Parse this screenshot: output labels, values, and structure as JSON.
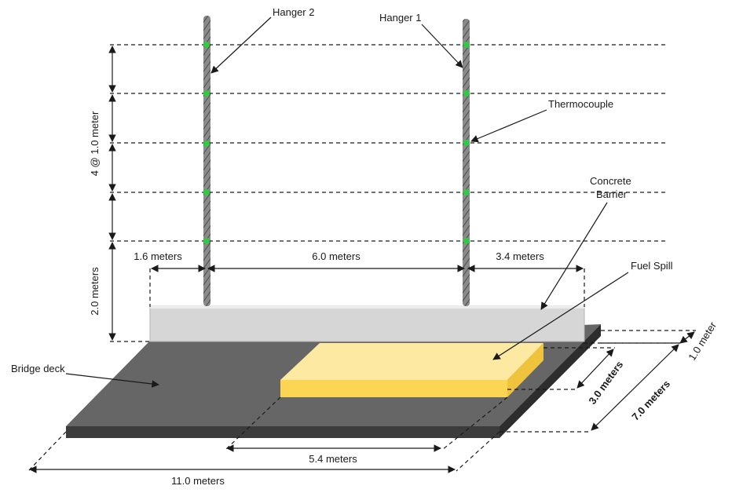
{
  "labels": {
    "hanger1": "Hanger 1",
    "hanger2": "Hanger 2",
    "thermocouple": "Thermocouple",
    "concrete_line1": "Concrete",
    "concrete_line2": "Barrier",
    "fuel_spill": "Fuel Spill",
    "bridge_deck": "Bridge deck"
  },
  "dimensions": {
    "vertical_spacing": "4 @ 1.0 meter",
    "barrier_height": "2.0 meters",
    "left_offset": "1.6 meters",
    "hanger_spacing": "6.0 meters",
    "right_offset": "3.4 meters",
    "barrier_width": "1.0 meter",
    "spill_width": "3.0 meters",
    "deck_width": "7.0 meters",
    "spill_length": "5.4 meters",
    "deck_length": "11.0 meters"
  },
  "colors": {
    "deck_top": "#666666",
    "deck_front": "#3c3c3c",
    "barrier": "#d6d6d6",
    "fuel_top": "#fde9a2",
    "fuel_front": "#fcd554",
    "thermocouple": "#2ecc40",
    "cable": "#808080"
  }
}
